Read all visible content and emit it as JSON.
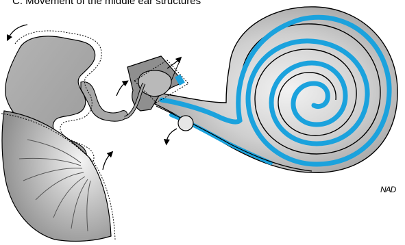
{
  "figure": {
    "caption": "C. Movement of the middle ear structures",
    "signature": "NAD"
  },
  "colors": {
    "structure_fill": "#a9a9a9",
    "structure_dark": "#8a8a8a",
    "cochlea_light": "#e9e9e9",
    "duct_blue": "#1ba2dd",
    "outline": "#000000"
  },
  "parts": {
    "tympanic_membrane": "tympanic-membrane",
    "malleus": "malleus",
    "incus": "incus",
    "stapes": "stapes",
    "oval_window": "oval-window",
    "round_window": "round-window",
    "cochlea": "cochlea"
  }
}
